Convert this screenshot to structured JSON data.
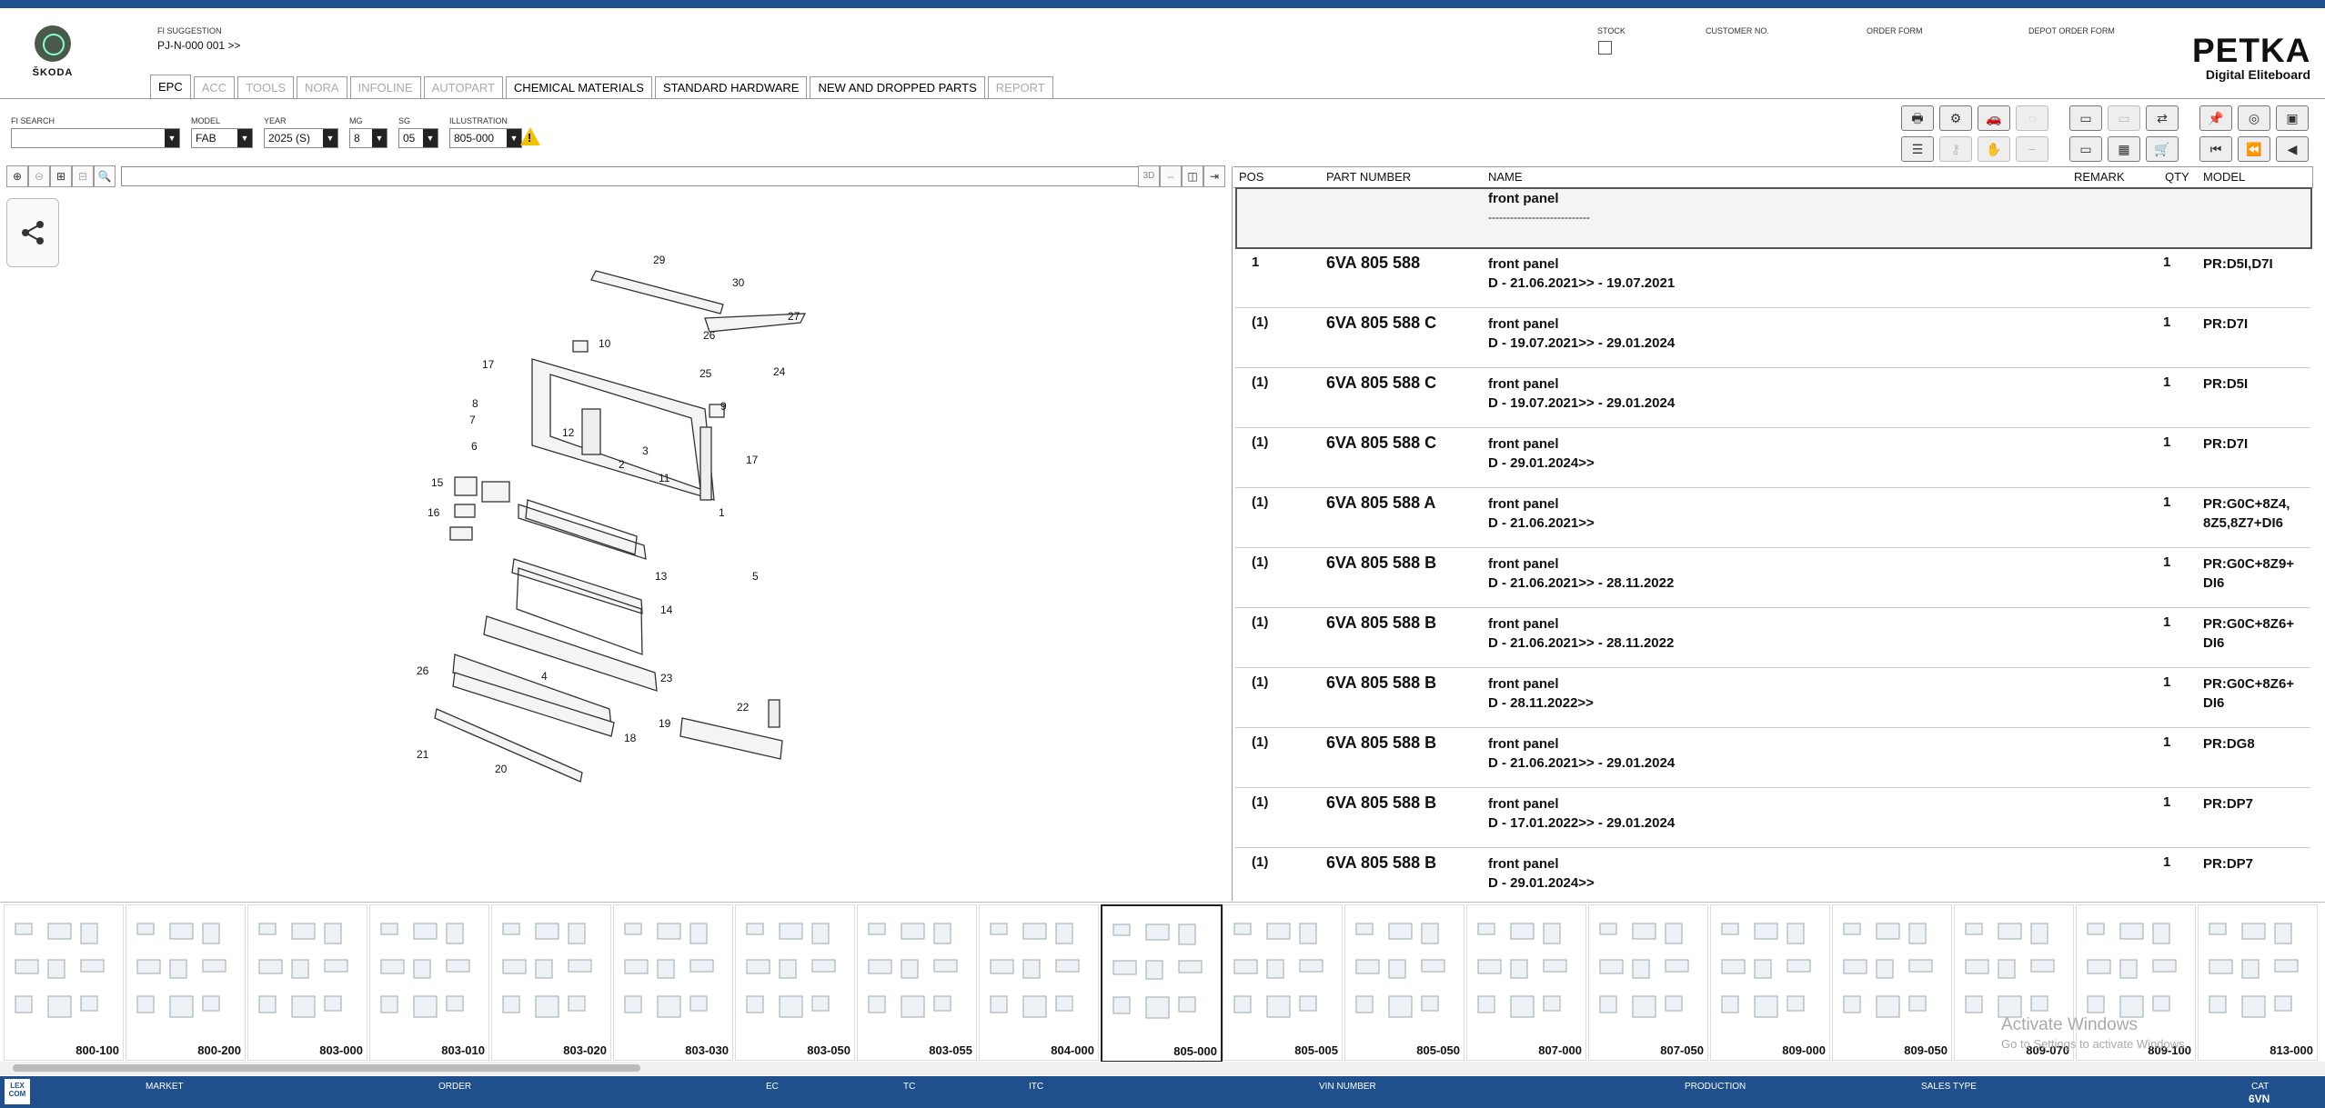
{
  "brand": {
    "name": "ŠKODA"
  },
  "fi_suggestion": {
    "label": "FI SUGGESTION",
    "value": "PJ-N-000 001 >>"
  },
  "top_fields": [
    {
      "label": "STOCK"
    },
    {
      "label": "CUSTOMER NO."
    },
    {
      "label": "ORDER FORM"
    },
    {
      "label": "DEPOT ORDER FORM"
    }
  ],
  "petka": {
    "title": "PETKA",
    "subtitle": "Digital Eliteboard"
  },
  "tabs": [
    {
      "label": "EPC",
      "active": true,
      "disabled": false
    },
    {
      "label": "ACC",
      "disabled": true
    },
    {
      "label": "TOOLS",
      "disabled": true
    },
    {
      "label": "NORA",
      "disabled": true
    },
    {
      "label": "INFOLINE",
      "disabled": true
    },
    {
      "label": "AUTOPART",
      "disabled": true
    },
    {
      "label": "CHEMICAL MATERIALS",
      "disabled": false
    },
    {
      "label": "STANDARD HARDWARE",
      "disabled": false
    },
    {
      "label": "NEW AND DROPPED PARTS",
      "disabled": false
    },
    {
      "label": "REPORT",
      "disabled": true
    }
  ],
  "filters": {
    "fi_search": {
      "label": "FI SEARCH",
      "value": ""
    },
    "model": {
      "label": "MODEL",
      "value": "FAB"
    },
    "year": {
      "label": "YEAR",
      "value": "2025 (S)"
    },
    "mg": {
      "label": "MG",
      "value": "8"
    },
    "sg": {
      "label": "SG",
      "value": "05"
    },
    "illustration": {
      "label": "ILLUSTRATION",
      "value": "805-000"
    }
  },
  "viewer": {
    "mode_3d": "3D"
  },
  "table": {
    "headers": {
      "pos": "POS",
      "part_number": "PART NUMBER",
      "name": "NAME",
      "remark": "REMARK",
      "qty": "QTY",
      "model": "MODEL"
    },
    "group_row": {
      "name": "front panel",
      "separator": "----------------------------"
    },
    "rows": [
      {
        "pos": "1",
        "pn": "6VA 805 588",
        "name": "front panel",
        "date": "D - 21.06.2021>> - 19.07.2021",
        "qty": "1",
        "model": "PR:D5I,D7I"
      },
      {
        "pos": "(1)",
        "pn": "6VA 805 588 C",
        "name": "front panel",
        "date": "D - 19.07.2021>> - 29.01.2024",
        "qty": "1",
        "model": "PR:D7I"
      },
      {
        "pos": "(1)",
        "pn": "6VA 805 588 C",
        "name": "front panel",
        "date": "D - 19.07.2021>> - 29.01.2024",
        "qty": "1",
        "model": "PR:D5I"
      },
      {
        "pos": "(1)",
        "pn": "6VA 805 588 C",
        "name": "front panel",
        "date": "D - 29.01.2024>>",
        "qty": "1",
        "model": "PR:D7I"
      },
      {
        "pos": "(1)",
        "pn": "6VA 805 588 A",
        "name": "front panel",
        "date": "D - 21.06.2021>>",
        "qty": "1",
        "model": "PR:G0C+8Z4, 8Z5,8Z7+DI6"
      },
      {
        "pos": "(1)",
        "pn": "6VA 805 588 B",
        "name": "front panel",
        "date": "D - 21.06.2021>> - 28.11.2022",
        "qty": "1",
        "model": "PR:G0C+8Z9+ DI6"
      },
      {
        "pos": "(1)",
        "pn": "6VA 805 588 B",
        "name": "front panel",
        "date": "D - 21.06.2021>> - 28.11.2022",
        "qty": "1",
        "model": "PR:G0C+8Z6+ DI6"
      },
      {
        "pos": "(1)",
        "pn": "6VA 805 588 B",
        "name": "front panel",
        "date": "D - 28.11.2022>>",
        "qty": "1",
        "model": "PR:G0C+8Z6+ DI6"
      },
      {
        "pos": "(1)",
        "pn": "6VA 805 588 B",
        "name": "front panel",
        "date": "D - 21.06.2021>> - 29.01.2024",
        "qty": "1",
        "model": "PR:DG8"
      },
      {
        "pos": "(1)",
        "pn": "6VA 805 588 B",
        "name": "front panel",
        "date": "D - 17.01.2022>> - 29.01.2024",
        "qty": "1",
        "model": "PR:DP7"
      },
      {
        "pos": "(1)",
        "pn": "6VA 805 588 B",
        "name": "front panel",
        "date": "D - 29.01.2024>>",
        "qty": "1",
        "model": "PR:DP7"
      }
    ]
  },
  "diagram_callouts": [
    "29",
    "30",
    "27",
    "26",
    "24",
    "25",
    "9",
    "10",
    "17",
    "8",
    "7",
    "6",
    "12",
    "3",
    "2",
    "17",
    "15",
    "16",
    "11",
    "1",
    "5",
    "13",
    "14",
    "26",
    "4",
    "23",
    "22",
    "19",
    "18",
    "21",
    "20"
  ],
  "thumbnails": [
    "800-100",
    "800-200",
    "803-000",
    "803-010",
    "803-020",
    "803-030",
    "803-050",
    "803-055",
    "804-000",
    "805-000",
    "805-005",
    "805-050",
    "807-000",
    "807-050",
    "809-000",
    "809-050",
    "809-070",
    "809-100",
    "813-000"
  ],
  "active_thumbnail": "805-000",
  "watermark": {
    "line1": "Activate Windows",
    "line2": "Go to Settings to activate Windows."
  },
  "statusbar": {
    "logo": "LEX COM",
    "fields": [
      {
        "label": "MARKET"
      },
      {
        "label": "ORDER"
      },
      {
        "label": "EC"
      },
      {
        "label": "TC"
      },
      {
        "label": "ITC"
      },
      {
        "label": "VIN NUMBER"
      },
      {
        "label": "PRODUCTION"
      },
      {
        "label": "SALES TYPE"
      }
    ],
    "cat": {
      "label": "CAT",
      "value": "6VN"
    }
  }
}
